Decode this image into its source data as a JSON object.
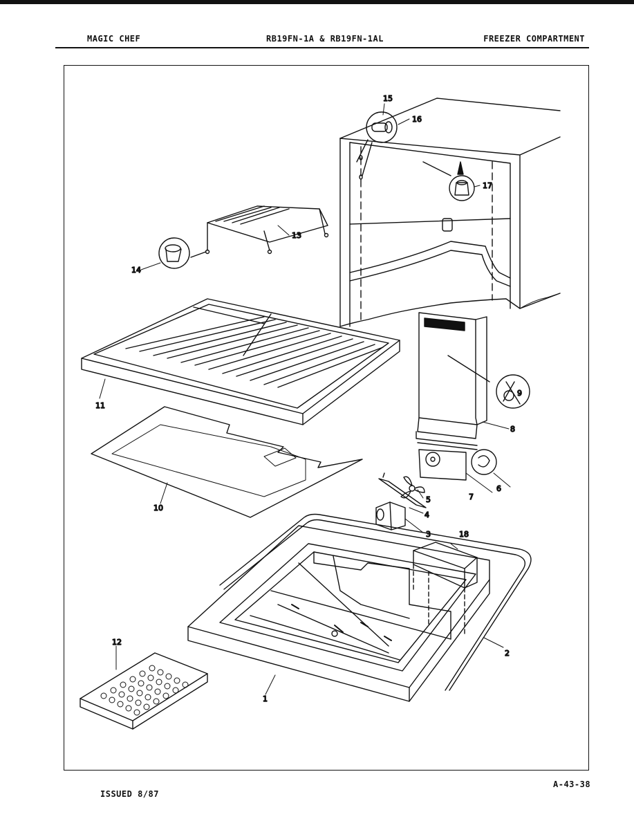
{
  "header": {
    "brand": "MAGIC CHEF",
    "model": "RB19FN-1A & RB19FN-1AL",
    "section": "FREEZER COMPARTMENT"
  },
  "callouts": {
    "c1": "1",
    "c2": "2",
    "c3": "3",
    "c4": "4",
    "c5": "5",
    "c6": "6",
    "c7": "7",
    "c8": "8",
    "c9": "9",
    "c10": "10",
    "c11": "11",
    "c12": "12",
    "c13": "13",
    "c14": "14",
    "c15": "15",
    "c16": "16",
    "c17": "17",
    "c18": "18"
  },
  "footer": {
    "issued": "ISSUED 8/87",
    "page_code": "A-43-38"
  }
}
